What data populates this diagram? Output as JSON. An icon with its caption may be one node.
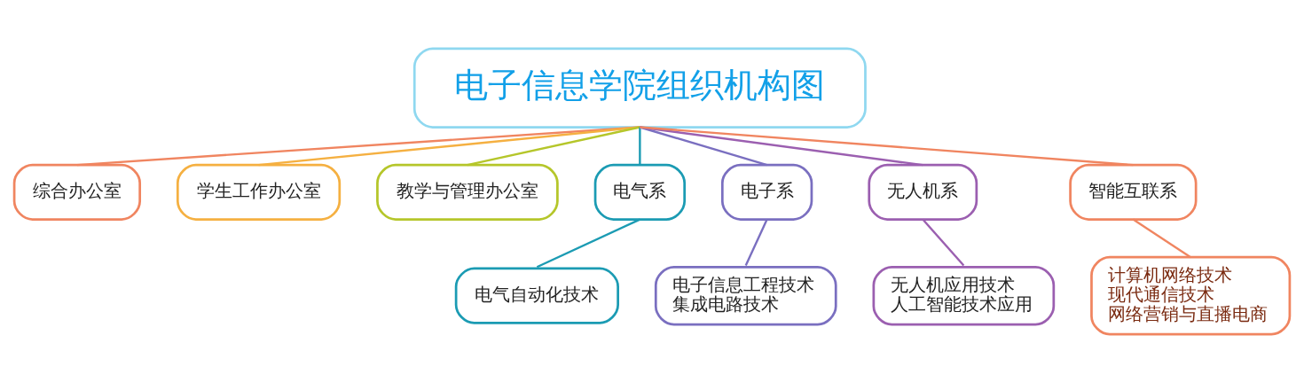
{
  "diagram": {
    "nodes": [
      {
        "text": [
          "电子信息学院组织机构图"
        ]
      },
      {
        "text": [
          "综合办公室"
        ]
      },
      {
        "text": [
          "学生工作办公室"
        ]
      },
      {
        "text": [
          "教学与管理办公室"
        ]
      },
      {
        "text": [
          "电气系"
        ]
      },
      {
        "text": [
          "电子系"
        ]
      },
      {
        "text": [
          "无人机系"
        ]
      },
      {
        "text": [
          "智能互联系"
        ]
      },
      {
        "text": [
          "电气自动化技术"
        ]
      },
      {
        "text": [
          "电子信息工程技术",
          "集成电路技术"
        ]
      },
      {
        "text": [
          "无人机应用技术",
          "人工智能技术应用"
        ]
      },
      {
        "text": [
          "计算机网络技术",
          "现代通信技术",
          "网络营销与直播电商"
        ]
      }
    ],
    "edges": [
      {
        "from": 0,
        "to": 1,
        "arrow": "none",
        "color": "#f08560"
      },
      {
        "from": 0,
        "to": 2,
        "arrow": "none",
        "color": "#f5b041"
      },
      {
        "from": 0,
        "to": 3,
        "arrow": "none",
        "color": "#b5c62a"
      },
      {
        "from": 0,
        "to": 4,
        "arrow": "none",
        "color": "#1b9bb3"
      },
      {
        "from": 0,
        "to": 5,
        "arrow": "none",
        "color": "#7a6fc0"
      },
      {
        "from": 0,
        "to": 6,
        "arrow": "none",
        "color": "#9b5fb0"
      },
      {
        "from": 0,
        "to": 7,
        "arrow": "none",
        "color": "#f08560"
      },
      {
        "from": 4,
        "to": 8,
        "arrow": "none",
        "color": "#1b9bb3"
      },
      {
        "from": 5,
        "to": 9,
        "arrow": "none",
        "color": "#7a6fc0"
      },
      {
        "from": 6,
        "to": 10,
        "arrow": "none",
        "color": "#9b5fb0"
      },
      {
        "from": 7,
        "to": 11,
        "arrow": "none",
        "color": "#f08560"
      }
    ]
  }
}
